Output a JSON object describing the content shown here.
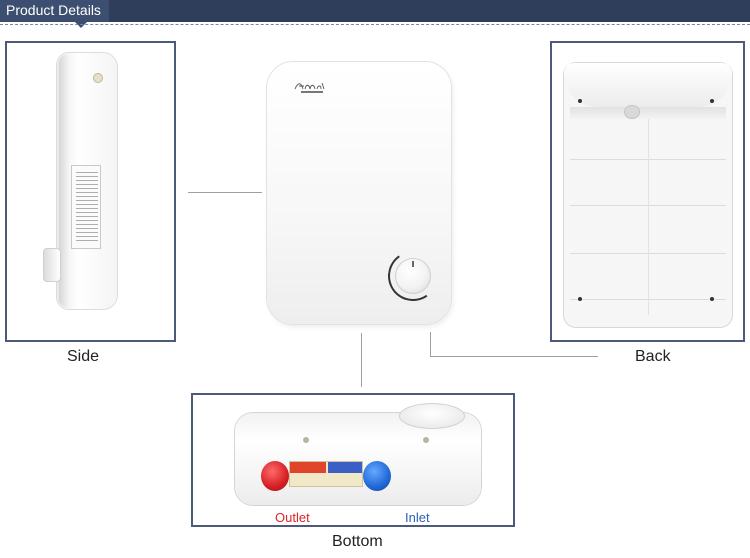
{
  "header": {
    "title": "Product Details"
  },
  "views": {
    "side": {
      "caption": "Side"
    },
    "back": {
      "caption": "Back"
    },
    "bottom": {
      "caption": "Bottom",
      "outlet_label": "Outlet",
      "inlet_label": "Inlet"
    }
  },
  "colors": {
    "header_bar": "#2f3e5a",
    "panel_border": "#4a5a78",
    "outlet": "#d9262b",
    "inlet": "#2f5fb8"
  }
}
